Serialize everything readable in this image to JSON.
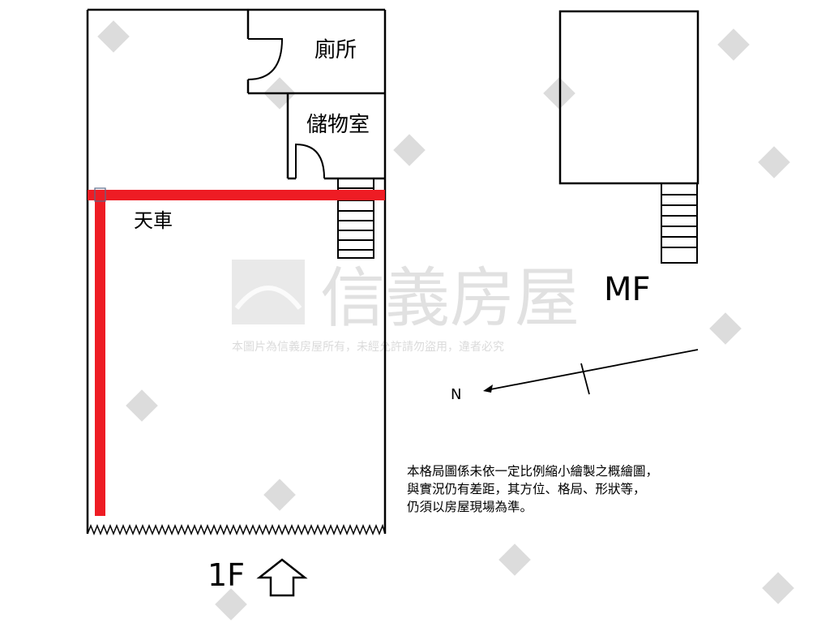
{
  "floor_1f": {
    "label": "1F",
    "rooms": {
      "toilet": "廁所",
      "storage": "儲物室",
      "crane": "天車"
    }
  },
  "floor_mf": {
    "label": "MF"
  },
  "compass": {
    "north": "N"
  },
  "note": {
    "line1": "本格局圖係未依一定比例縮小繪製之概繪圖，",
    "line2": "與實況仍有差距，其方位、格局、形狀等，",
    "line3": "仍須以房屋現場為準。"
  },
  "watermark": {
    "brand": "信義房屋",
    "notice": "本圖片為信義房屋所有，未經允許請勿盜用，違者必究"
  },
  "colors": {
    "crane": "#ee1c24",
    "wall": "#000000"
  }
}
